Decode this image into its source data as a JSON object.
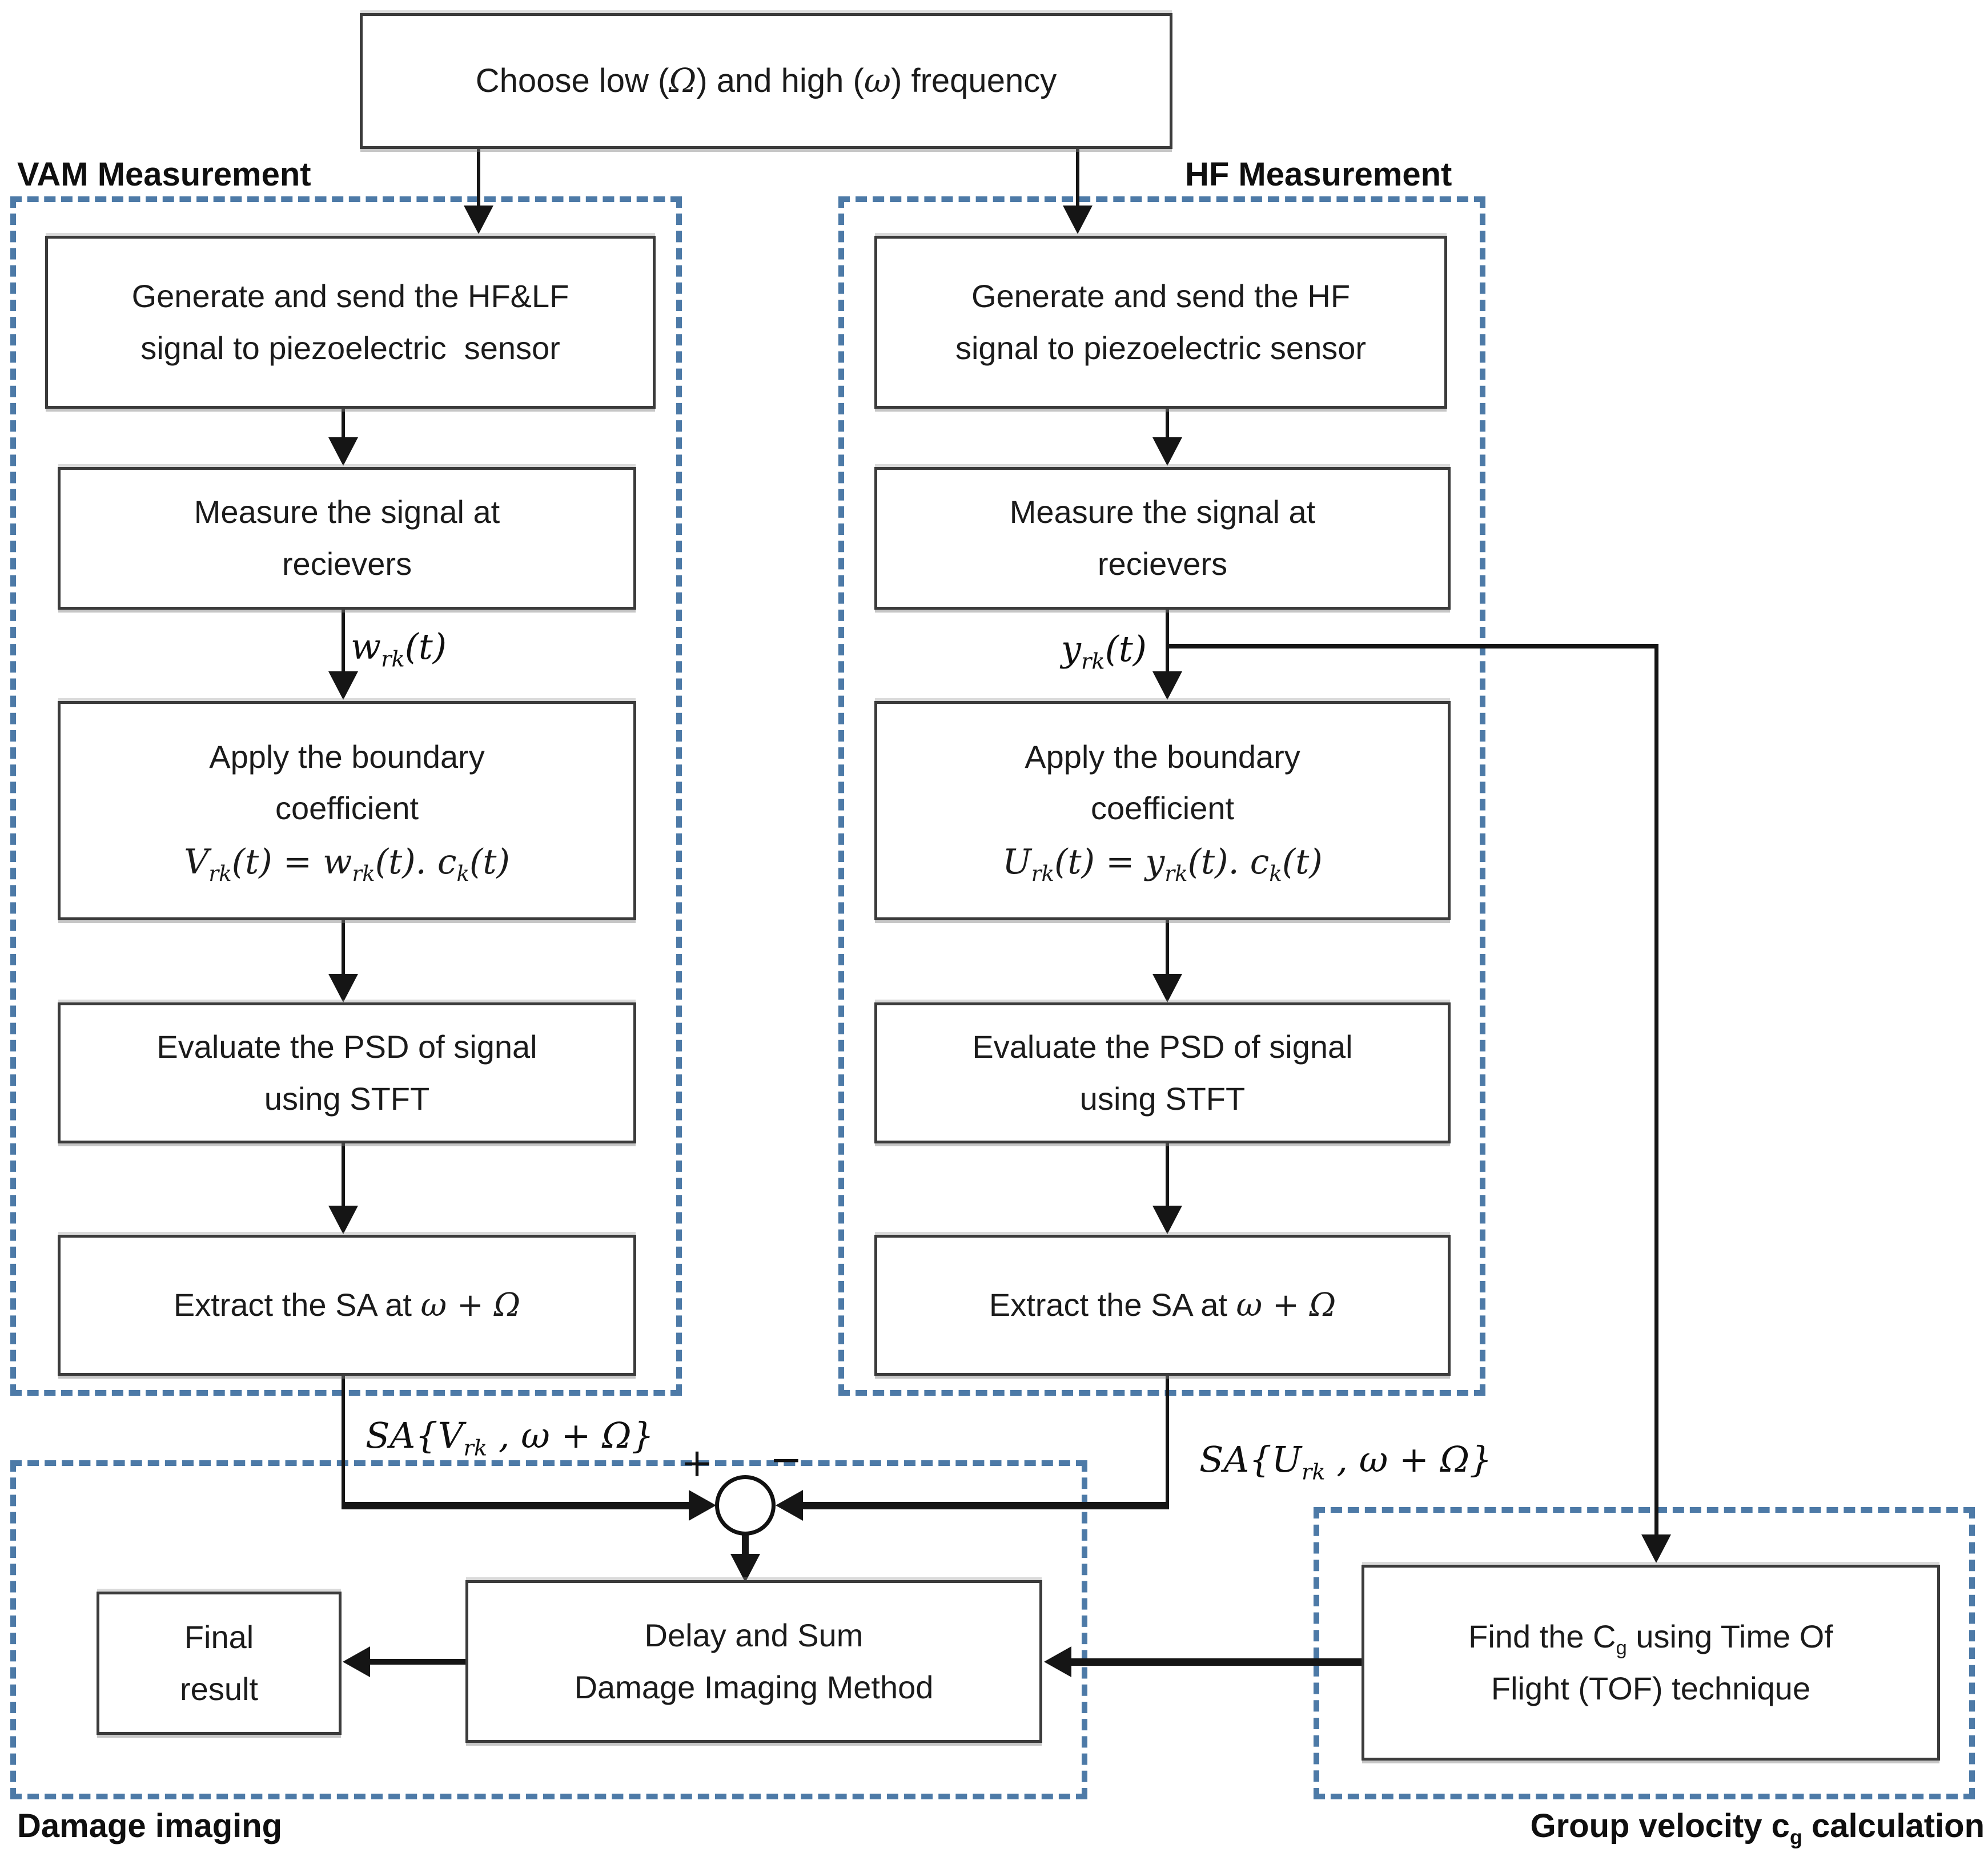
{
  "diagram": {
    "top_box": "Choose low (*[Ω]) and high (*[ω]) frequency",
    "vam": {
      "label": "VAM Measurement",
      "generate": "Generate and send the HF&LF\nsignal to piezoelectric  sensor",
      "measure": "Measure the signal at\nrecievers",
      "signal_label": "w_[rk](t)",
      "apply_l1": "Apply the boundary",
      "apply_l2": "coefficient",
      "apply_formula": "V_[rk](t) = w_[rk](t). c_[k](t)",
      "evaluate": "Evaluate the PSD of signal\nusing STFT",
      "extract": "Extract the SA at *[ω + Ω]",
      "sa_label": "SA{V_[rk] , ω + Ω}"
    },
    "hf": {
      "label": "HF Measurement",
      "generate": "Generate and send the HF\nsignal to piezoelectric sensor",
      "measure": "Measure the signal at\nrecievers",
      "signal_label": "y_[rk](t)",
      "apply_l1": "Apply the boundary",
      "apply_l2": "coefficient",
      "apply_formula": "U_[rk](t) = y_[rk](t). c_[k](t)",
      "evaluate": "Evaluate the PSD of signal\nusing STFT",
      "extract": "Extract the SA at *[ω + Ω]",
      "sa_label": "SA{U_[rk] , ω + Ω}"
    },
    "sum": {
      "plus": "+",
      "minus": "−"
    },
    "damage": {
      "label": "Damage imaging",
      "final_box": "Final\nresult",
      "delay_box": "Delay and Sum\nDamage Imaging Method"
    },
    "group": {
      "label": "Group velocity c_[g] calculation",
      "find_box": "Find the C_[g] using Time Of\nFlight (TOF) technique"
    },
    "colors": {
      "dash_blue": "#4d7aa7",
      "line_black": "#151515"
    }
  }
}
